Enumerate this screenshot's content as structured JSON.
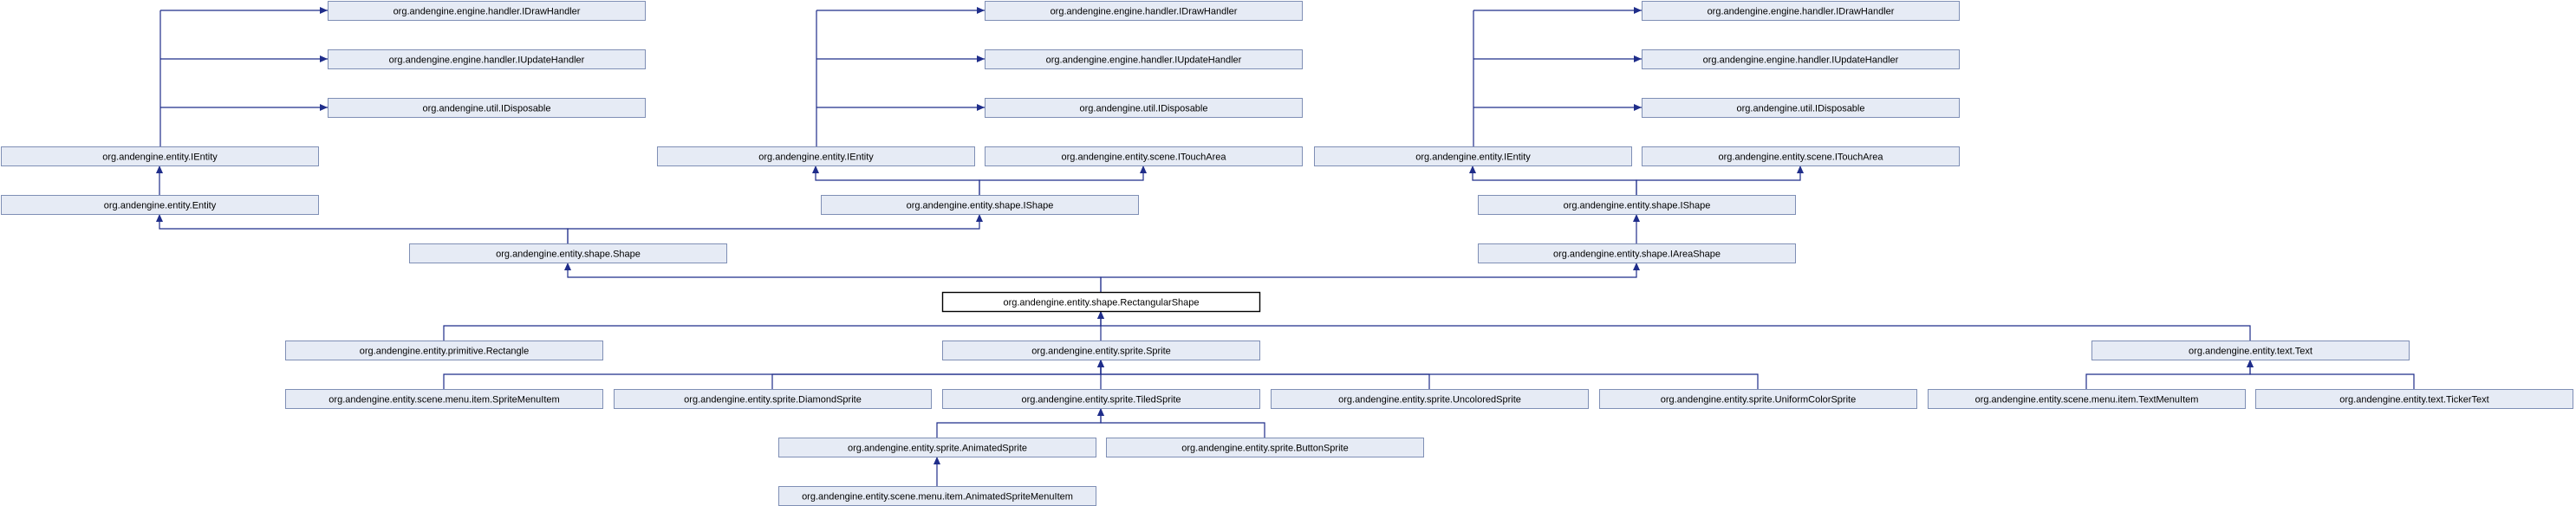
{
  "diagram": {
    "title": "",
    "focus_class": "org.andengine.entity.shape.RectangularShape",
    "nodes": [
      {
        "id": "n1",
        "label": "org.andengine.engine.handler.IDrawHandler"
      },
      {
        "id": "n2",
        "label": "org.andengine.engine.handler.IUpdateHandler"
      },
      {
        "id": "n3",
        "label": "org.andengine.util.IDisposable"
      },
      {
        "id": "n4",
        "label": "org.andengine.entity.IEntity"
      },
      {
        "id": "n5",
        "label": "org.andengine.entity.Entity"
      },
      {
        "id": "n6",
        "label": "org.andengine.engine.handler.IDrawHandler"
      },
      {
        "id": "n7",
        "label": "org.andengine.engine.handler.IUpdateHandler"
      },
      {
        "id": "n8",
        "label": "org.andengine.util.IDisposable"
      },
      {
        "id": "n9",
        "label": "org.andengine.entity.IEntity"
      },
      {
        "id": "n10",
        "label": "org.andengine.entity.scene.ITouchArea"
      },
      {
        "id": "n11",
        "label": "org.andengine.entity.shape.IShape"
      },
      {
        "id": "n12",
        "label": "org.andengine.engine.handler.IDrawHandler"
      },
      {
        "id": "n13",
        "label": "org.andengine.engine.handler.IUpdateHandler"
      },
      {
        "id": "n14",
        "label": "org.andengine.util.IDisposable"
      },
      {
        "id": "n15",
        "label": "org.andengine.entity.IEntity"
      },
      {
        "id": "n16",
        "label": "org.andengine.entity.scene.ITouchArea"
      },
      {
        "id": "n17",
        "label": "org.andengine.entity.shape.IShape"
      },
      {
        "id": "n18",
        "label": "org.andengine.entity.shape.Shape"
      },
      {
        "id": "n19",
        "label": "org.andengine.entity.shape.IAreaShape"
      },
      {
        "id": "n20",
        "label": "org.andengine.entity.shape.RectangularShape"
      },
      {
        "id": "n21",
        "label": "org.andengine.entity.primitive.Rectangle"
      },
      {
        "id": "n22",
        "label": "org.andengine.entity.sprite.Sprite"
      },
      {
        "id": "n23",
        "label": "org.andengine.entity.text.Text"
      },
      {
        "id": "n24",
        "label": "org.andengine.entity.scene.menu.item.SpriteMenuItem"
      },
      {
        "id": "n25",
        "label": "org.andengine.entity.sprite.DiamondSprite"
      },
      {
        "id": "n26",
        "label": "org.andengine.entity.sprite.TiledSprite"
      },
      {
        "id": "n27",
        "label": "org.andengine.entity.sprite.UncoloredSprite"
      },
      {
        "id": "n28",
        "label": "org.andengine.entity.sprite.UniformColorSprite"
      },
      {
        "id": "n29",
        "label": "org.andengine.entity.scene.menu.item.TextMenuItem"
      },
      {
        "id": "n30",
        "label": "org.andengine.entity.text.TickerText"
      },
      {
        "id": "n31",
        "label": "org.andengine.entity.sprite.AnimatedSprite"
      },
      {
        "id": "n32",
        "label": "org.andengine.entity.sprite.ButtonSprite"
      },
      {
        "id": "n33",
        "label": "org.andengine.entity.scene.menu.item.AnimatedSpriteMenuItem"
      }
    ],
    "edges": [
      {
        "from": "n4",
        "to": "n1"
      },
      {
        "from": "n4",
        "to": "n2"
      },
      {
        "from": "n4",
        "to": "n3"
      },
      {
        "from": "n5",
        "to": "n4"
      },
      {
        "from": "n9",
        "to": "n6"
      },
      {
        "from": "n9",
        "to": "n7"
      },
      {
        "from": "n9",
        "to": "n8"
      },
      {
        "from": "n11",
        "to": "n9"
      },
      {
        "from": "n11",
        "to": "n10"
      },
      {
        "from": "n15",
        "to": "n12"
      },
      {
        "from": "n15",
        "to": "n13"
      },
      {
        "from": "n15",
        "to": "n14"
      },
      {
        "from": "n17",
        "to": "n15"
      },
      {
        "from": "n17",
        "to": "n16"
      },
      {
        "from": "n18",
        "to": "n5"
      },
      {
        "from": "n18",
        "to": "n11"
      },
      {
        "from": "n19",
        "to": "n17"
      },
      {
        "from": "n20",
        "to": "n18"
      },
      {
        "from": "n20",
        "to": "n19"
      },
      {
        "from": "n21",
        "to": "n20"
      },
      {
        "from": "n22",
        "to": "n20"
      },
      {
        "from": "n23",
        "to": "n20"
      },
      {
        "from": "n24",
        "to": "n22"
      },
      {
        "from": "n25",
        "to": "n22"
      },
      {
        "from": "n26",
        "to": "n22"
      },
      {
        "from": "n27",
        "to": "n22"
      },
      {
        "from": "n28",
        "to": "n22"
      },
      {
        "from": "n29",
        "to": "n23"
      },
      {
        "from": "n30",
        "to": "n23"
      },
      {
        "from": "n31",
        "to": "n26"
      },
      {
        "from": "n32",
        "to": "n26"
      },
      {
        "from": "n33",
        "to": "n31"
      }
    ]
  }
}
